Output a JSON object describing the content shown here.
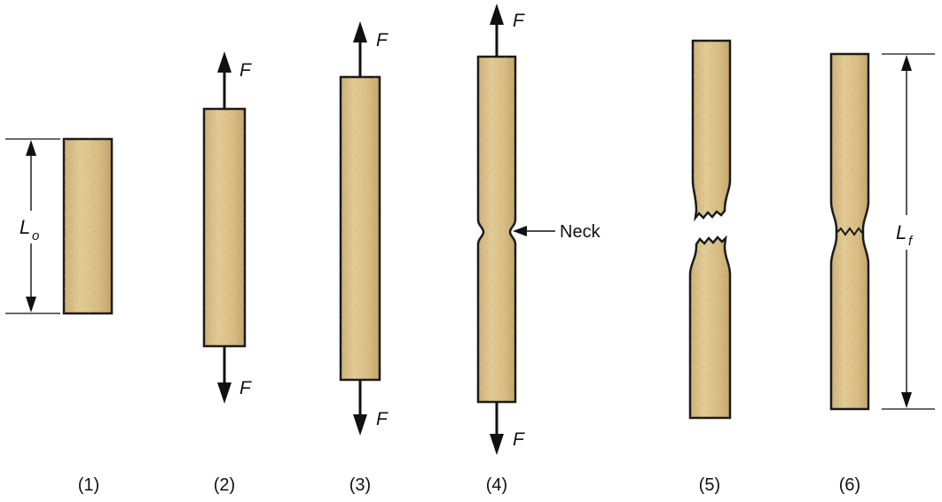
{
  "stages": [
    {
      "label": "(1)"
    },
    {
      "label": "(2)",
      "force_top": "F",
      "force_bottom": "F"
    },
    {
      "label": "(3)",
      "force_top": "F",
      "force_bottom": "F"
    },
    {
      "label": "(4)",
      "force_top": "F",
      "force_bottom": "F",
      "annotation": "Neck"
    },
    {
      "label": "(5)"
    },
    {
      "label": "(6)"
    }
  ],
  "dimensions": {
    "original_length": {
      "symbol": "L",
      "subscript": "o"
    },
    "final_length": {
      "symbol": "L",
      "subscript": "f"
    }
  },
  "colors": {
    "specimen_fill": "#d9bf86",
    "specimen_speckle": "#c4a76a",
    "outline": "#1a1a1a"
  }
}
